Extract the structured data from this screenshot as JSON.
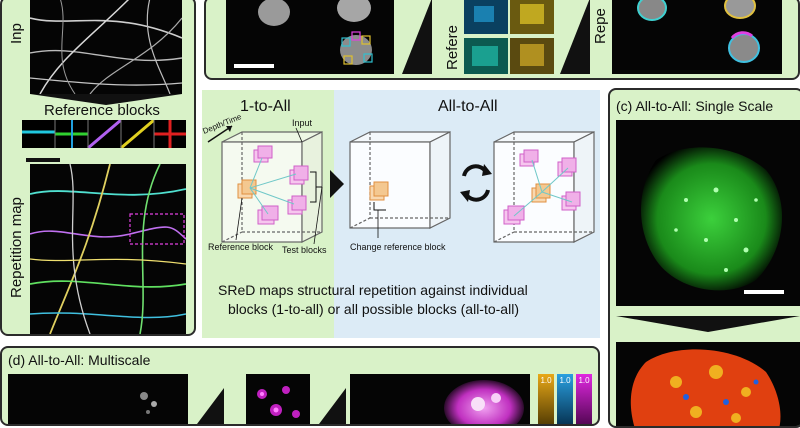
{
  "panel_a": {
    "label_input": "Inp",
    "label_reference_blocks": "Reference blocks",
    "label_repetition_map": "Repetition map"
  },
  "panel_b": {
    "label_reference": "Refere",
    "label_repetition": "Repe"
  },
  "center": {
    "one_to_all_title": "1-to-All",
    "all_to_all_title": "All-to-All",
    "depth_time_label": "Depth/Time",
    "input_label": "Input",
    "reference_block_label": "Reference block",
    "test_blocks_label": "Test blocks",
    "change_reference_label": "Change reference block",
    "caption_line1": "SReD maps structural repetition against individual",
    "caption_line2": "blocks (1-to-all) or all possible blocks (all-to-all)"
  },
  "panel_c": {
    "title": "(c) All-to-All: Single Scale"
  },
  "panel_d": {
    "title": "(d) All-to-All: Multiscale",
    "colorbar_labels": [
      "1.0",
      "1.0",
      "1.0"
    ]
  },
  "colors": {
    "green_panel": "#d9f2c8",
    "blue_panel": "#dcebf6",
    "reference_block": "#f0a040",
    "test_block": "#e070d8",
    "colorbar_gold": "#e8a818",
    "colorbar_blue": "#2aa0e0",
    "colorbar_magenta": "#e028e0"
  }
}
